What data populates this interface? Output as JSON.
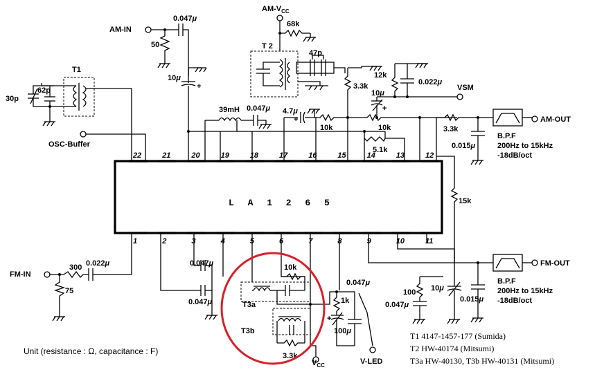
{
  "chip": {
    "name": "L A 1 2 6 5"
  },
  "pins_top": [
    "22",
    "21",
    "20",
    "19",
    "18",
    "17",
    "16",
    "15",
    "14",
    "13",
    "12"
  ],
  "pins_bottom": [
    "1",
    "2",
    "3",
    "4",
    "5",
    "6",
    "7",
    "8",
    "9",
    "10",
    "11"
  ],
  "terminals": {
    "am_in": "AM-IN",
    "am_vcc": "AM-V",
    "am_vcc_sub": "CC",
    "osc_buffer": "OSC-Buffer",
    "vsm": "VSM",
    "am_out": "AM-OUT",
    "fm_out": "FM-OUT",
    "fm_in": "FM-IN",
    "vcc": "V",
    "vcc_sub": "CC",
    "v_led": "V-LED"
  },
  "components": {
    "c_047_amin": "0.047",
    "r_50": "50",
    "c_10u_top": "10",
    "r_68k": "68k",
    "t2": "T 2",
    "c_47p": "47p",
    "t1": "T1",
    "c_30p": "30p",
    "c_62p": "62p",
    "l_39mh": "39mH",
    "c_047_18": "0.047",
    "c_47u": "4.7",
    "r_10k_16": "10k",
    "r_33k_15": "3.3k",
    "r_12k": "12k",
    "c_10u_vsm": "10",
    "c_022u": "0.022",
    "r_10k_14": "10k",
    "r_51k": "5.1k",
    "r_33k_out": "3.3k",
    "c_015u_am": "0.015",
    "bpf_am": "B.P.F",
    "bpf_am_range": "200Hz to 15kHz",
    "bpf_am_att": "-18dB/oct",
    "r_15k": "15k",
    "r_300": "300",
    "c_022u_fm": "0.022",
    "r_75": "75",
    "c_047_3a": "0.047",
    "c_047_3b": "0.047",
    "r_10k_t3": "10k",
    "t3a": "T3a",
    "t3b": "T3b",
    "r_33k_t3": "3.3k",
    "c_047_8": "0.047",
    "r_1k": "1k",
    "c_100u": "100",
    "r_100": "100",
    "c_047_10": "0.047",
    "c_10u_fm": "10",
    "c_015u_fm": "0.015",
    "bpf_fm": "B.P.F",
    "bpf_fm_range": "200Hz to 15kHz",
    "bpf_fm_att": "-18dB/oct"
  },
  "unit_note": "Unit (resistance : Ω, capacitance : F)",
  "legend": [
    "T1 4147-1457-177 (Sumida)",
    "T2 HW-40174 (Mitsumi)",
    "T3a HW-40130, T3b HW-40131 (Mitsumi)"
  ],
  "colors": {
    "highlight_circle": "#d8202a"
  }
}
